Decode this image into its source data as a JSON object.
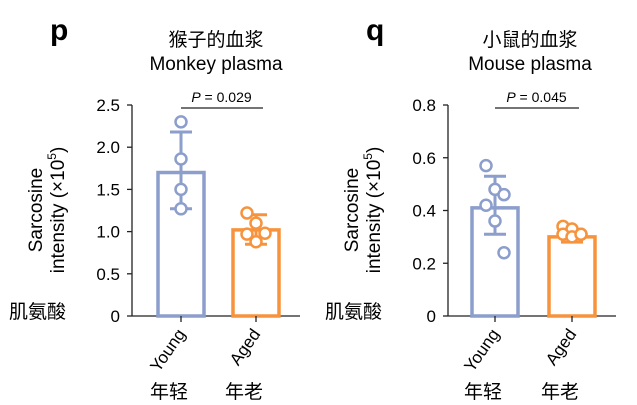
{
  "colors": {
    "young": "#8c9ecb",
    "aged": "#f7933c",
    "axis": "#222222"
  },
  "chart_data": [
    {
      "type": "bar",
      "panel_label": "p",
      "title_cn": "猴子的血浆",
      "title": "Monkey plasma",
      "ylabel_line1": "Sarcosine",
      "ylabel_line2": "intensity (×10",
      "ylabel_sup": "5",
      "ylabel_end": ")",
      "ylabel_cn": "肌氨酸",
      "ylim": [
        0,
        2.5
      ],
      "yticks": [
        0,
        0.5,
        1.0,
        1.5,
        2.0,
        2.5
      ],
      "ytick_labels": [
        "0",
        "0.5",
        "1.0",
        "1.5",
        "2.0",
        "2.5"
      ],
      "p_prefix": "P",
      "p_value": " = 0.029",
      "categories": [
        "Young",
        "Aged"
      ],
      "categories_cn": [
        "年轻",
        "年老"
      ],
      "means": [
        1.7,
        1.02
      ],
      "sd_low": [
        1.27,
        0.85
      ],
      "sd_high": [
        2.18,
        1.2
      ],
      "points": [
        [
          2.3,
          1.86,
          1.5,
          1.27
        ],
        [
          1.22,
          1.1,
          0.98,
          0.97,
          0.88
        ]
      ]
    },
    {
      "type": "bar",
      "panel_label": "q",
      "title_cn": "小鼠的血浆",
      "title": "Mouse plasma",
      "ylabel_line1": "Sarcosine",
      "ylabel_line2": "intensity (×10",
      "ylabel_sup": "5",
      "ylabel_end": ")",
      "ylabel_cn": "肌氨酸",
      "ylim": [
        0,
        0.8
      ],
      "yticks": [
        0,
        0.2,
        0.4,
        0.6,
        0.8
      ],
      "ytick_labels": [
        "0",
        "0.2",
        "0.4",
        "0.6",
        "0.8"
      ],
      "p_prefix": "P",
      "p_value": " = 0.045",
      "categories": [
        "Young",
        "Aged"
      ],
      "categories_cn": [
        "年轻",
        "年老"
      ],
      "means": [
        0.41,
        0.3
      ],
      "sd_low": [
        0.31,
        0.28
      ],
      "sd_high": [
        0.53,
        0.32
      ],
      "points": [
        [
          0.57,
          0.48,
          0.46,
          0.42,
          0.36,
          0.24
        ],
        [
          0.34,
          0.33,
          0.31,
          0.31,
          0.3,
          0.31
        ]
      ]
    }
  ]
}
